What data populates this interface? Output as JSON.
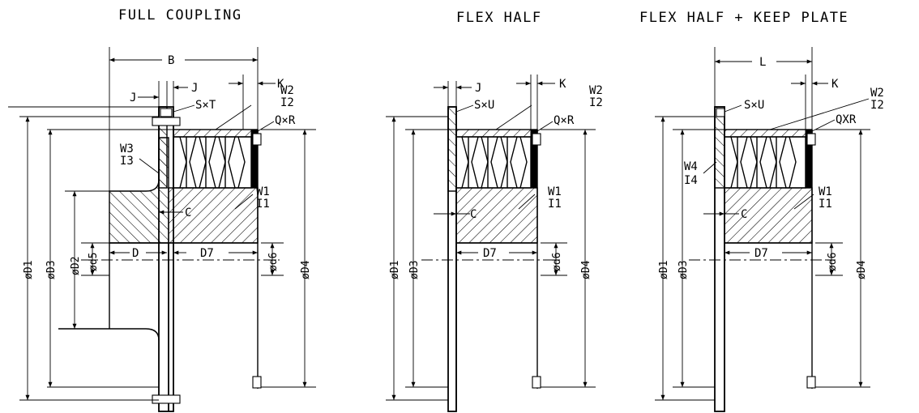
{
  "titles": {
    "full": "FULL COUPLING",
    "flex": "FLEX HALF",
    "keep": "FLEX HALF + KEEP PLATE"
  },
  "labels": {
    "B": "B",
    "J": "J",
    "K": "K",
    "L": "L",
    "C": "C",
    "D": "D",
    "D7": "D7",
    "SxT": "S×T",
    "SxU": "S×U",
    "QxR": "Q×R",
    "QXR": "QXR",
    "W1": "W1",
    "I1": "I1",
    "W2": "W2",
    "I2": "I2",
    "W3": "W3",
    "I3": "I3",
    "W4": "W4",
    "I4": "I4",
    "oD1": "øD1",
    "oD2": "øD2",
    "oD3": "øD3",
    "oD4": "øD4",
    "od5": "ød5",
    "od6": "ød6"
  }
}
